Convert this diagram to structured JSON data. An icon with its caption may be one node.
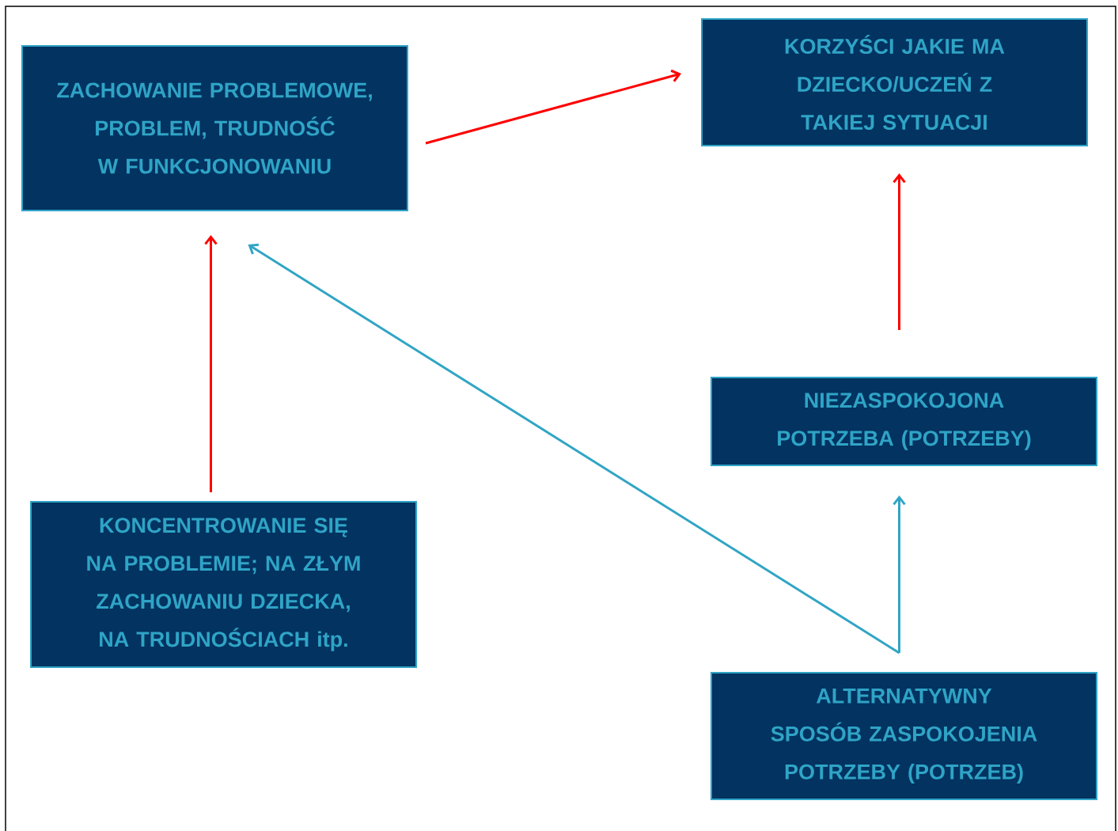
{
  "diagram": {
    "nodes": [
      {
        "text": [
          "ZACHOWANIE PROBLEMOWE, PROBLEM, TRUDNOŚĆ W FUNKCJONOWANIU"
        ]
      },
      {
        "text": [
          "KORZYŚCI JAKIE MA DZIECKO/UCZEŃ Z TAKIEJ SYTUACJI"
        ]
      },
      {
        "text": [
          "NIEZASPOKOJONA POTRZEBA (POTRZEBY)"
        ]
      },
      {
        "text": [
          "KONCENTROWANIE SIĘ NA PROBLEMIE; NA ZŁYM ZACHOWANIU DZIECKA, NA TRUDNOŚCIACH itp."
        ]
      },
      {
        "text": [
          "ALTERNATYWNY SPOSÓB ZASPOKOJENIA POTRZEBY (POTRZEB)"
        ]
      }
    ],
    "edges": [
      {
        "from": 0,
        "to": 1,
        "arrow": "to"
      },
      {
        "from": 3,
        "to": 0,
        "arrow": "to"
      },
      {
        "from": 2,
        "to": 1,
        "arrow": "to"
      },
      {
        "from": 4,
        "to": 2,
        "arrow": "to",
        "color": "#31a5c4"
      },
      {
        "from": 4,
        "to": 0,
        "arrow": "to",
        "color": "#31a5c4"
      }
    ]
  }
}
